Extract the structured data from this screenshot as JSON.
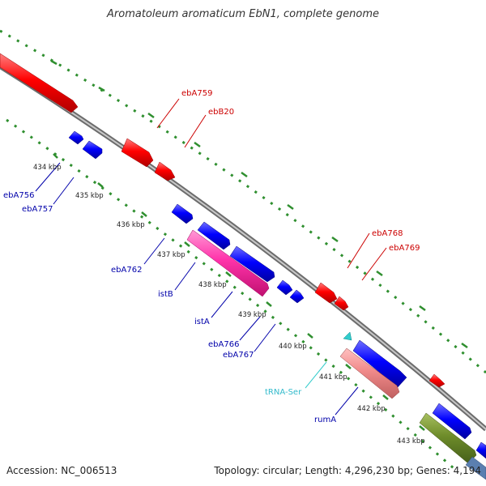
{
  "title": "Aromatoleum aromaticum EbN1, complete genome",
  "accession_label": "Accession: NC_006513",
  "topology_label": "Topology: circular; Length: 4,296,230 bp; Genes: 4,194",
  "colors": {
    "forward_cds": "#ff0000",
    "reverse_cds": "#0000ff",
    "is_element": "#ff33aa",
    "trna": "#33cccc",
    "rrna": "#f08a8a",
    "green_feature": "#6e8c2a",
    "backbone": "#8a8a8a",
    "tick": "#2f8f2f",
    "forward_label": "#cc0000",
    "reverse_label": "#0000aa"
  },
  "ticks": [
    "434 kbp",
    "435 kbp",
    "436 kbp",
    "437 kbp",
    "438 kbp",
    "439 kbp",
    "440 kbp",
    "441 kbp",
    "442 kbp",
    "443 kbp"
  ],
  "gene_labels": {
    "ebA759": "ebA759",
    "ebB20": "ebB20",
    "ebA756": "ebA756",
    "ebA757": "ebA757",
    "ebA762": "ebA762",
    "istB": "istB",
    "istA": "istA",
    "ebA766": "ebA766",
    "ebA767": "ebA767",
    "ebA768": "ebA768",
    "ebA769": "ebA769",
    "tRNA-Ser": "tRNA-Ser",
    "rumA": "rumA"
  }
}
